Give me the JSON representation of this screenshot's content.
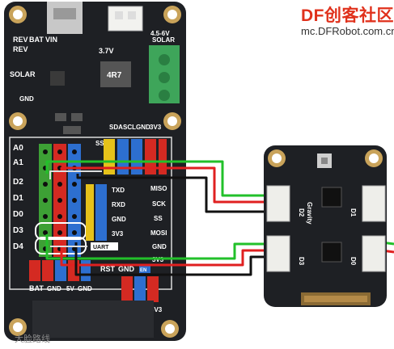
{
  "watermark": {
    "brand_prefix": "DF",
    "brand_suffix": "创客社区",
    "site": "mc.DFRobot.com.cn",
    "footer": "大脸路线"
  },
  "controller_board": {
    "top_labels": [
      "REV",
      "BAT",
      "VIN",
      "REV",
      "SOLAR",
      "GND",
      "SOLAR",
      "4.5-6V"
    ],
    "chip_label": "4R7",
    "battery_label": "3.7V",
    "left_pins": [
      "A0",
      "A1",
      "D2",
      "D1",
      "D0",
      "D3",
      "D4"
    ],
    "top_pins": [
      "SS",
      "SDA",
      "SCL",
      "GND",
      "3V3"
    ],
    "mid_labels": [
      "TXD",
      "RXD",
      "GND",
      "3V3"
    ],
    "right_pins": [
      "MISO",
      "SCK",
      "SS",
      "MOSI",
      "GND",
      "3V3"
    ],
    "uart_label": "UART",
    "rst_label": "RST",
    "gnd_label": "GND",
    "bottom_labels": [
      "BAT",
      "GND",
      "5V",
      "GND"
    ],
    "gnd3v3_label": "GND 3V3",
    "en_label": "EN"
  },
  "gravity_module": {
    "label": "Gravity",
    "top_left_label": "D2",
    "top_right_label": "D1",
    "bottom_left_label": "D3",
    "bottom_right_label": "D0"
  },
  "colors": {
    "wire_green": "#22c02a",
    "wire_red": "#e02020",
    "wire_black": "#111111",
    "wire_white": "#dddddd",
    "board": "#1e2024",
    "pin_red": "#d42a22",
    "pin_blue": "#2d6fd0",
    "pin_green": "#3da035",
    "pin_yellow": "#e6c21a",
    "brand_red": "#e0311c"
  }
}
